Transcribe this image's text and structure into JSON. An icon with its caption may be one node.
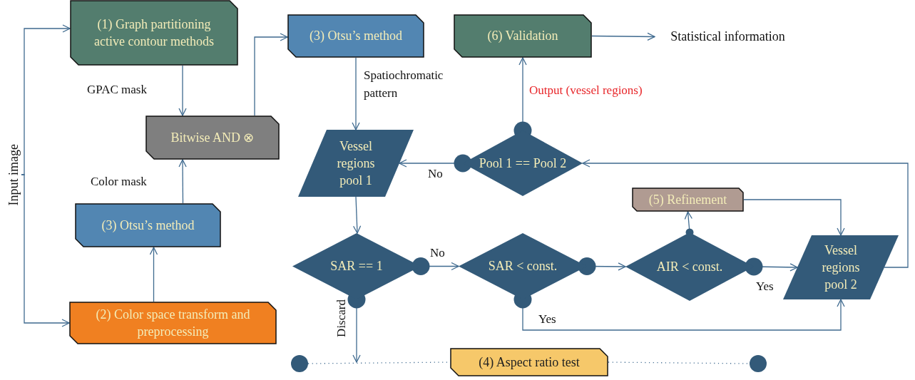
{
  "diagram": {
    "nodes": [
      {
        "text": [
          "Input image"
        ]
      },
      {
        "text": [
          "(1) Graph partitioning active contour methods"
        ]
      },
      {
        "text": [
          "Bitwise AND ⊗"
        ]
      },
      {
        "text": [
          "(3) Otsu’s method"
        ]
      },
      {
        "text": [
          "(2) Color space transform and preprocessing"
        ]
      },
      {
        "text": [
          "(3) Otsu’s method"
        ]
      },
      {
        "text": [
          "(6) Validation"
        ]
      },
      {
        "text": [
          "Statistical information"
        ]
      },
      {
        "text": [
          "Vessel regions pool 1"
        ]
      },
      {
        "text": [
          "Pool 1 == Pool 2"
        ]
      },
      {
        "text": [
          "SAR == 1"
        ]
      },
      {
        "text": [
          "SAR < const."
        ]
      },
      {
        "text": [
          "(5) Refinement"
        ]
      },
      {
        "text": [
          "AIR < const."
        ]
      },
      {
        "text": [
          "Vessel regions pool 2"
        ]
      },
      {
        "text": [
          "(4) Aspect ratio test"
        ]
      },
      {
        "text": [],
        "shape": "circle"
      },
      {
        "text": [],
        "shape": "circle"
      }
    ],
    "edges": [
      {
        "from": 0,
        "to": 1,
        "arrow": "to"
      },
      {
        "from": 0,
        "to": 4,
        "arrow": "to"
      },
      {
        "from": 1,
        "to": 2,
        "arrow": "to",
        "label": "GPAC mask"
      },
      {
        "from": 4,
        "to": 3,
        "arrow": "to"
      },
      {
        "from": 3,
        "to": 2,
        "arrow": "to",
        "label": "Color mask"
      },
      {
        "from": 2,
        "to": 5,
        "arrow": "to"
      },
      {
        "from": 5,
        "to": 8,
        "arrow": "to",
        "label": "Spatiochromatic pattern"
      },
      {
        "from": 8,
        "to": 10,
        "arrow": "to"
      },
      {
        "from": 10,
        "to": 11,
        "arrow": "to",
        "label": "No"
      },
      {
        "from": 11,
        "to": 13,
        "arrow": "to"
      },
      {
        "from": 13,
        "to": 14,
        "arrow": "to",
        "label": "Yes"
      },
      {
        "from": 13,
        "to": 12,
        "arrow": "to"
      },
      {
        "from": 12,
        "to": 14,
        "arrow": "to"
      },
      {
        "from": 11,
        "to": 14,
        "arrow": "to",
        "label": "Yes"
      },
      {
        "from": 14,
        "to": 9,
        "arrow": "to"
      },
      {
        "from": 9,
        "to": 8,
        "arrow": "to",
        "label": "No"
      },
      {
        "from": 9,
        "to": 6,
        "arrow": "to",
        "label": "Output (vessel regions)"
      },
      {
        "from": 6,
        "to": 7,
        "arrow": "to"
      },
      {
        "from": 10,
        "to": null,
        "arrow": "to",
        "label": "Discard"
      },
      {
        "from": 16,
        "to": 15,
        "arrow": "none",
        "style": "dashed"
      },
      {
        "from": 15,
        "to": 17,
        "arrow": "none",
        "style": "dashed"
      }
    ]
  }
}
